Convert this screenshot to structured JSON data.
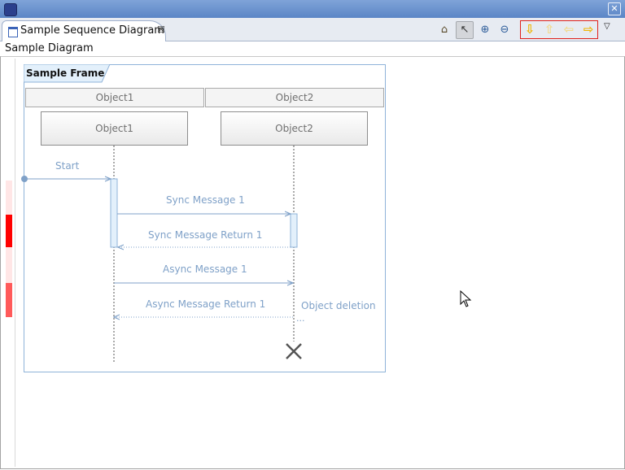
{
  "window": {
    "close_glyph": "✕"
  },
  "tab": {
    "label": "Sample Sequence Diagram",
    "close_glyph": "☒"
  },
  "toolbar": {
    "home_icon": "⌂",
    "select_icon": "↖",
    "zoom_in_icon": "⊕",
    "zoom_out_icon": "⊖",
    "nav_down_icon": "⇩",
    "nav_up_icon": "⇧",
    "nav_left_icon": "⇦",
    "nav_right_icon": "⇨",
    "view_menu_icon": "▽"
  },
  "diagram": {
    "name": "Sample Diagram",
    "frame_name": "Sample Frame",
    "lanes": [
      "Object1",
      "Object2"
    ],
    "lifelines": [
      "Object1",
      "Object2"
    ],
    "messages": {
      "start": "Start",
      "sync": "Sync Message 1",
      "sync_return": "Sync Message Return 1",
      "async": "Async Message 1",
      "async_return": "Async Message Return 1",
      "deletion": "Object deletion"
    }
  },
  "colors": {
    "accent": "#7fa1c8",
    "nav_active": "#f0b400",
    "nav_inactive": "#f3d98a",
    "overview_highlight": "#ff0000",
    "overview_soft": "#ffe6e6",
    "overview_mid": "#ff5a5a"
  }
}
